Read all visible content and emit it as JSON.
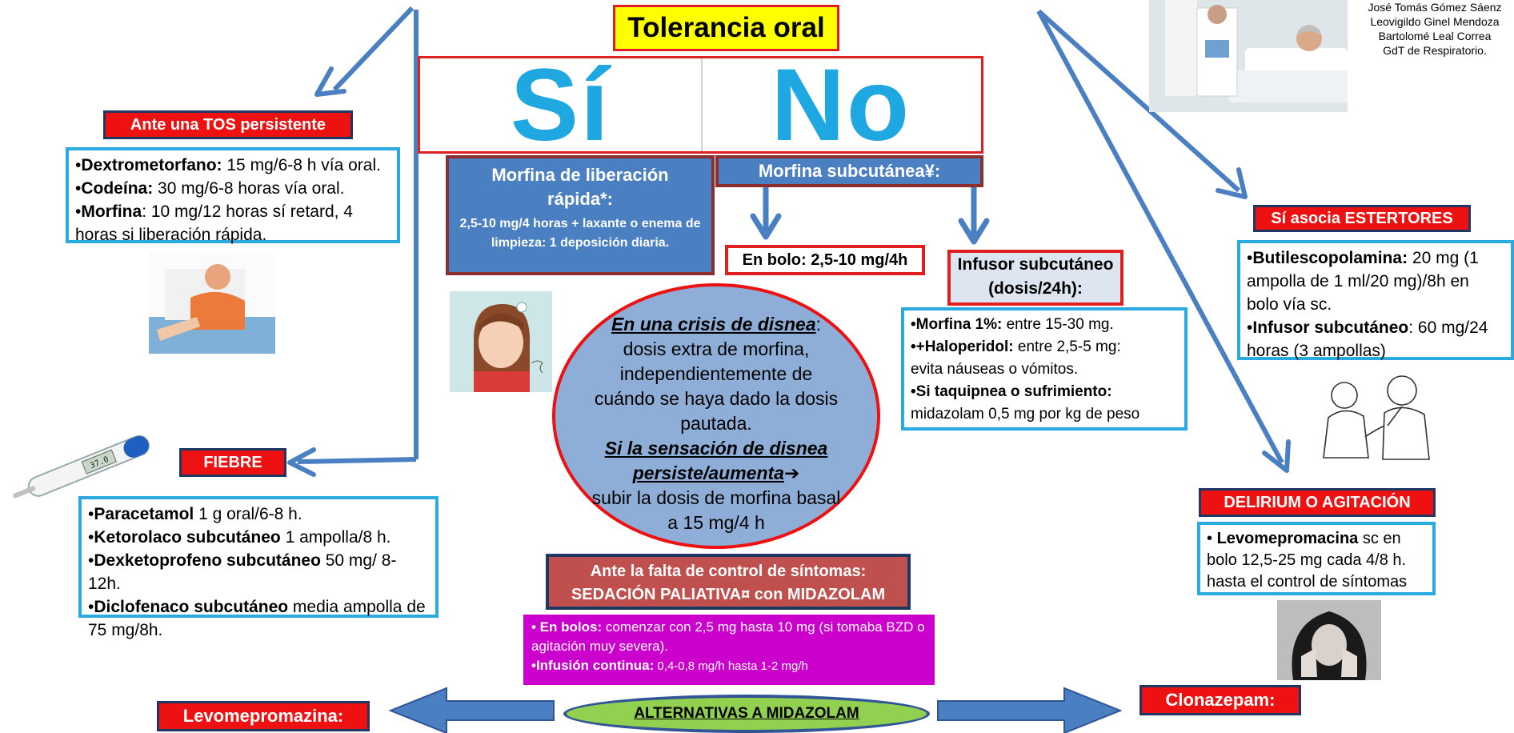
{
  "title": "Tolerancia oral",
  "yes_no": {
    "yes": "Sí",
    "no": "No"
  },
  "authors": [
    "José Tomás Gómez Sáenz",
    "Leovigildo Ginel Mendoza",
    "Bartolomé Leal Correa",
    "GdT de Respiratorio."
  ],
  "oral": {
    "header": "Morfina de liberación rápida*:",
    "body": "2,5-10 mg/4 horas + laxante o enema de limpieza: 1 deposición diaria."
  },
  "subcut": {
    "header": "Morfina subcutánea¥:",
    "bolus_label": "En bolo:",
    "bolus_value": "2,5-10 mg/4h",
    "infusor_title": "Infusor subcutáneo (dosis/24h):",
    "infusor_items": [
      {
        "bold": "•Morfina 1%:",
        "text": " entre 15-30 mg."
      },
      {
        "bold": "•+Haloperidol:",
        "text": " entre 2,5-5 mg:"
      },
      {
        "bold": "",
        "text": " evita náuseas o vómitos."
      },
      {
        "bold": "•Si taquipnea o sufrimiento:",
        "text": ""
      },
      {
        "bold": "",
        "text": "midazolam 0,5 mg por kg de peso"
      }
    ]
  },
  "crisis": {
    "lead": "En una crisis de disnea",
    "lead_tail": ":",
    "text1": "dosis extra de morfina, independientemente de cuándo se haya dado la dosis pautada.",
    "lead2": "Si la sensación de disnea persiste/aumenta",
    "arrow": "➔",
    "text2": "subir la dosis de morfina basal a 15 mg/4 h"
  },
  "tos": {
    "label": "Ante una TOS persistente",
    "items": [
      {
        "bold": "Dextrometorfano:",
        "text": " 15 mg/6-8 h vía oral."
      },
      {
        "bold": "Codeína:",
        "text": " 30 mg/6-8 horas vía oral."
      },
      {
        "bold": "Morfina",
        "text": ": 10 mg/12 horas sí retard, 4 horas si liberación rápida."
      }
    ]
  },
  "fiebre": {
    "label": "FIEBRE",
    "items": [
      {
        "bold": "Paracetamol",
        "text": " 1 g oral/6-8 h."
      },
      {
        "bold": "Ketorolaco subcutáneo",
        "text": " 1 ampolla/8 h."
      },
      {
        "bold": "Dexketoprofeno subcutáneo",
        "text": " 50 mg/ 8-12h."
      },
      {
        "bold": "Diclofenaco subcutáneo",
        "text": " media ampolla de 75 mg/8h."
      }
    ]
  },
  "estertores": {
    "label": "Sí asocia ESTERTORES",
    "items": [
      {
        "bold": "Butilescopolamina:",
        "text": " 20 mg (1 ampolla de 1 ml/20 mg)/8h en bolo vía sc."
      },
      {
        "bold": "Infusor subcutáneo",
        "text": ": 60 mg/24 horas (3 ampollas)"
      }
    ]
  },
  "delirium": {
    "label": "DELIRIUM O AGITACIÓN",
    "bold": "Levomepromacina",
    "text": " sc en bolo 12,5-25 mg cada 4/8 h. hasta el control de síntomas"
  },
  "sedation": {
    "line1": "Ante la falta de control de síntomas:",
    "line2": "SEDACIÓN PALIATIVA¤ con MIDAZOLAM"
  },
  "midazolam": {
    "bolos_label": "• En bolos:",
    "bolos_text": " comenzar con 2,5 mg hasta 10 mg (si tomaba BZD o agitación muy severa).",
    "infusion_label": "•Infusión continua:",
    "infusion_text": " 0,4-0,8 mg/h hasta 1-2 mg/h"
  },
  "alternatives": "ALTERNATIVAS A MIDAZOLAM",
  "levomepromazina": "Levomepromazina:",
  "clonazepam": "Clonazepam:",
  "thermometer_display": "37.0",
  "colors": {
    "arrow": "#4a7fc1",
    "red": "#ee1111",
    "cyan_border": "#29abe2",
    "yes_no_text": "#1ea7e1",
    "magenta": "#cc00cc",
    "green": "#92d050"
  }
}
